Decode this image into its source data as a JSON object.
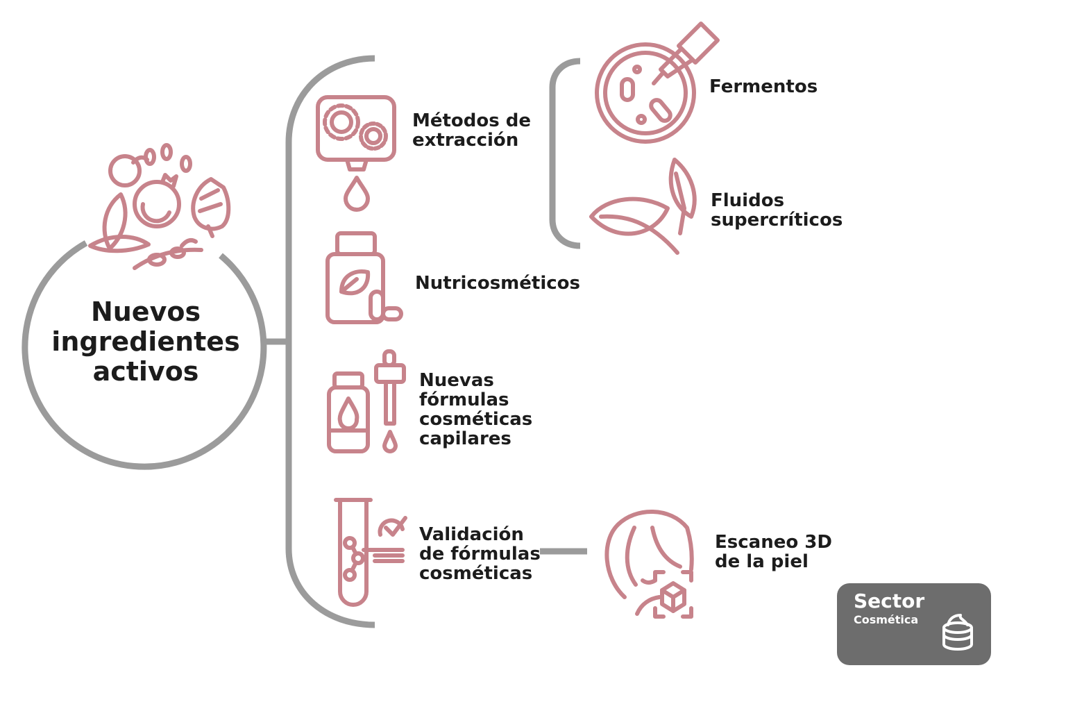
{
  "colors": {
    "accent": "#c7838b",
    "connector": "#9b9b9b",
    "text": "#1c1c1c",
    "badge": "#6d6d6d"
  },
  "central": {
    "title": "Nuevos\ningredientes\nactivos",
    "icon": "ingredients-icon"
  },
  "branches": [
    {
      "id": "metodos",
      "label": "Métodos de\nextracción",
      "icon": "gears-drop-icon"
    },
    {
      "id": "nutri",
      "label": "Nutricosméticos",
      "icon": "supplement-bottle-icon"
    },
    {
      "id": "capilares",
      "label": "Nuevas\nfórmulas\ncosméticas\ncapilares",
      "icon": "dropper-bottle-icon"
    },
    {
      "id": "validacion",
      "label": "Validación\nde fórmulas\ncosméticas",
      "icon": "test-tube-check-icon"
    }
  ],
  "sub_branches": [
    {
      "id": "fermentos",
      "label": "Fermentos",
      "icon": "petri-dish-icon"
    },
    {
      "id": "fluidos",
      "label": "Fluidos\nsupercríticos",
      "icon": "leaves-icon"
    },
    {
      "id": "escaneo",
      "label": "Escaneo 3D\nde la piel",
      "icon": "face-scan-icon"
    }
  ],
  "badge": {
    "title": "Sector",
    "subtitle": "Cosmética",
    "icon": "cream-jar-icon"
  }
}
